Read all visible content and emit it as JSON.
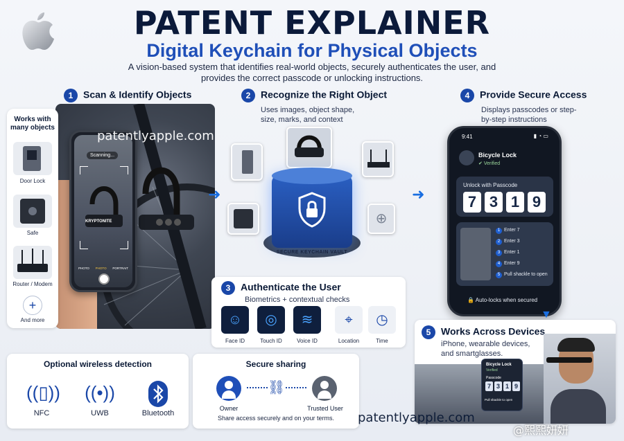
{
  "header": {
    "title": "PATENT EXPLAINER",
    "subtitle": "Digital Keychain for Physical Objects",
    "description": "A vision-based system that identifies real-world objects, securely authenticates the user, and provides the correct passcode or unlocking instructions."
  },
  "watermark": "patentlyapple.com",
  "weibo_handle": "@熙熙妍妍",
  "works_with": {
    "title": "Works with many objects",
    "items": [
      {
        "label": "Door Lock",
        "icon": "door-lock-icon"
      },
      {
        "label": "Safe",
        "icon": "safe-icon"
      },
      {
        "label": "Router / Modem",
        "icon": "router-icon"
      },
      {
        "label": "And more",
        "icon": "plus-icon"
      }
    ]
  },
  "steps": {
    "scan": {
      "number": "1",
      "title": "Scan & Identify Objects",
      "scanning": "Scanning...",
      "camera_modes": [
        "PHOTO",
        "PHOTO",
        "PORTRAIT"
      ],
      "lock_brand": "KRYPTONITE"
    },
    "recognize": {
      "number": "2",
      "title": "Recognize the Right Object",
      "subtitle": "Uses images, object shape, size, marks, and context",
      "vault_label": "SECURE KEYCHAIN VAULT"
    },
    "authenticate": {
      "number": "3",
      "title": "Authenticate the User",
      "subtitle": "Biometrics + contextual checks",
      "methods": [
        {
          "label": "Face ID",
          "icon": "face-id-icon"
        },
        {
          "label": "Touch ID",
          "icon": "fingerprint-icon"
        },
        {
          "label": "Voice ID",
          "icon": "voice-wave-icon"
        },
        {
          "label": "Location",
          "icon": "location-pin-icon"
        },
        {
          "label": "Time",
          "icon": "clock-icon"
        }
      ]
    },
    "access": {
      "number": "4",
      "title": "Provide Secure Access",
      "subtitle": "Displays passcodes or step-by-step instructions",
      "time": "9:41",
      "lock_name": "Bicycle Lock",
      "verified": "Verified",
      "unlock_label": "Unlock with Passcode",
      "code": [
        "7",
        "3",
        "1",
        "9"
      ],
      "instructions": [
        "Enter 7",
        "Enter 3",
        "Enter 1",
        "Enter 9",
        "Pull shackle to open"
      ],
      "auto_lock": "Auto-locks when secured"
    },
    "devices": {
      "number": "5",
      "title": "Works Across Devices",
      "subtitle": "iPhone, wearable devices, and smartglasses.",
      "overlay_lock": "Bicycle Lock",
      "overlay_verified": "Verified",
      "overlay_label": "Passcode",
      "overlay_code": [
        "7",
        "3",
        "1",
        "9"
      ],
      "overlay_instruction": "Pull shackle to open"
    }
  },
  "wireless": {
    "title": "Optional wireless detection",
    "items": [
      {
        "label": "NFC",
        "icon": "nfc-icon"
      },
      {
        "label": "UWB",
        "icon": "uwb-icon"
      },
      {
        "label": "Bluetooth",
        "icon": "bluetooth-icon"
      }
    ]
  },
  "sharing": {
    "title": "Secure sharing",
    "owner": "Owner",
    "trusted": "Trusted User",
    "caption": "Share access securely and on your terms."
  },
  "colors": {
    "accent": "#1a47a8",
    "title": "#0b1a3a",
    "subtitle": "#1f4fb8",
    "arrow": "#1a6ee0"
  }
}
